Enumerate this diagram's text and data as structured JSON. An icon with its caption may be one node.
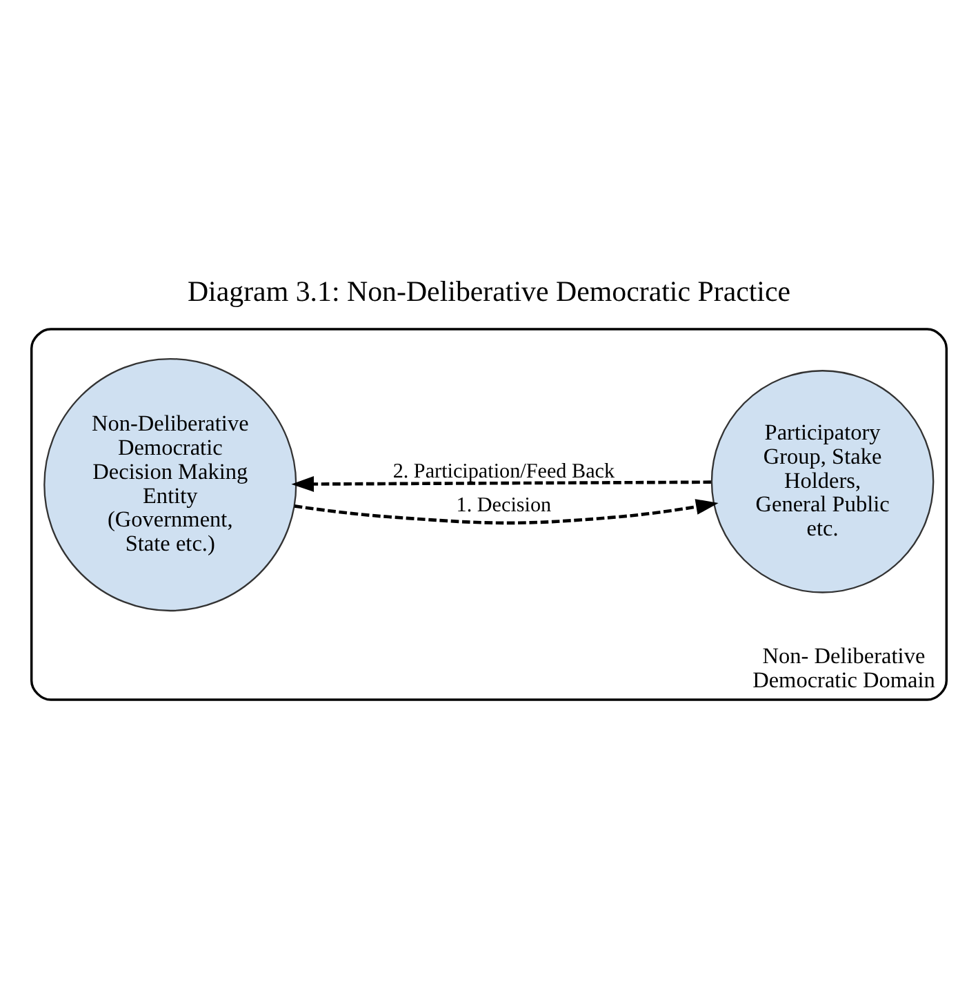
{
  "diagram": {
    "title": "Diagram 3.1: Non-Deliberative Democratic Practice",
    "nodes": [
      {
        "text": [
          "Non- Deliberative Democratic Domain"
        ]
      },
      {
        "text": [
          "Non-Deliberative Democratic Decision Making Entity (Government, State etc.)"
        ],
        "in": 0
      },
      {
        "text": [
          "Participatory Group, Stake Holders, General Public etc."
        ],
        "in": 0
      }
    ],
    "edges": [
      {
        "from": 1,
        "to": 2,
        "arrow": "to",
        "label": "1. Decision",
        "style": "dashed"
      },
      {
        "from": 2,
        "to": 1,
        "arrow": "to",
        "label": "2. Participation/Feed Back",
        "style": "dashed"
      }
    ]
  }
}
